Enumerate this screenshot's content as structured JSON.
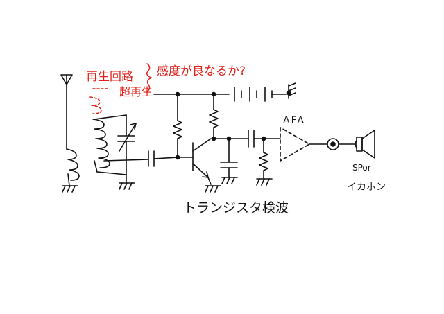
{
  "annotations": {
    "regen_circuit": "再生回路",
    "sensitivity": "感度が良なるか?",
    "super_regen": "超再生"
  },
  "labels": {
    "afa": "AFA",
    "sp_or": "SPor",
    "earphone": "イカホン",
    "title": "トランジスタ検波"
  },
  "colors": {
    "ink": "#111111",
    "annotation": "#e0201a"
  }
}
